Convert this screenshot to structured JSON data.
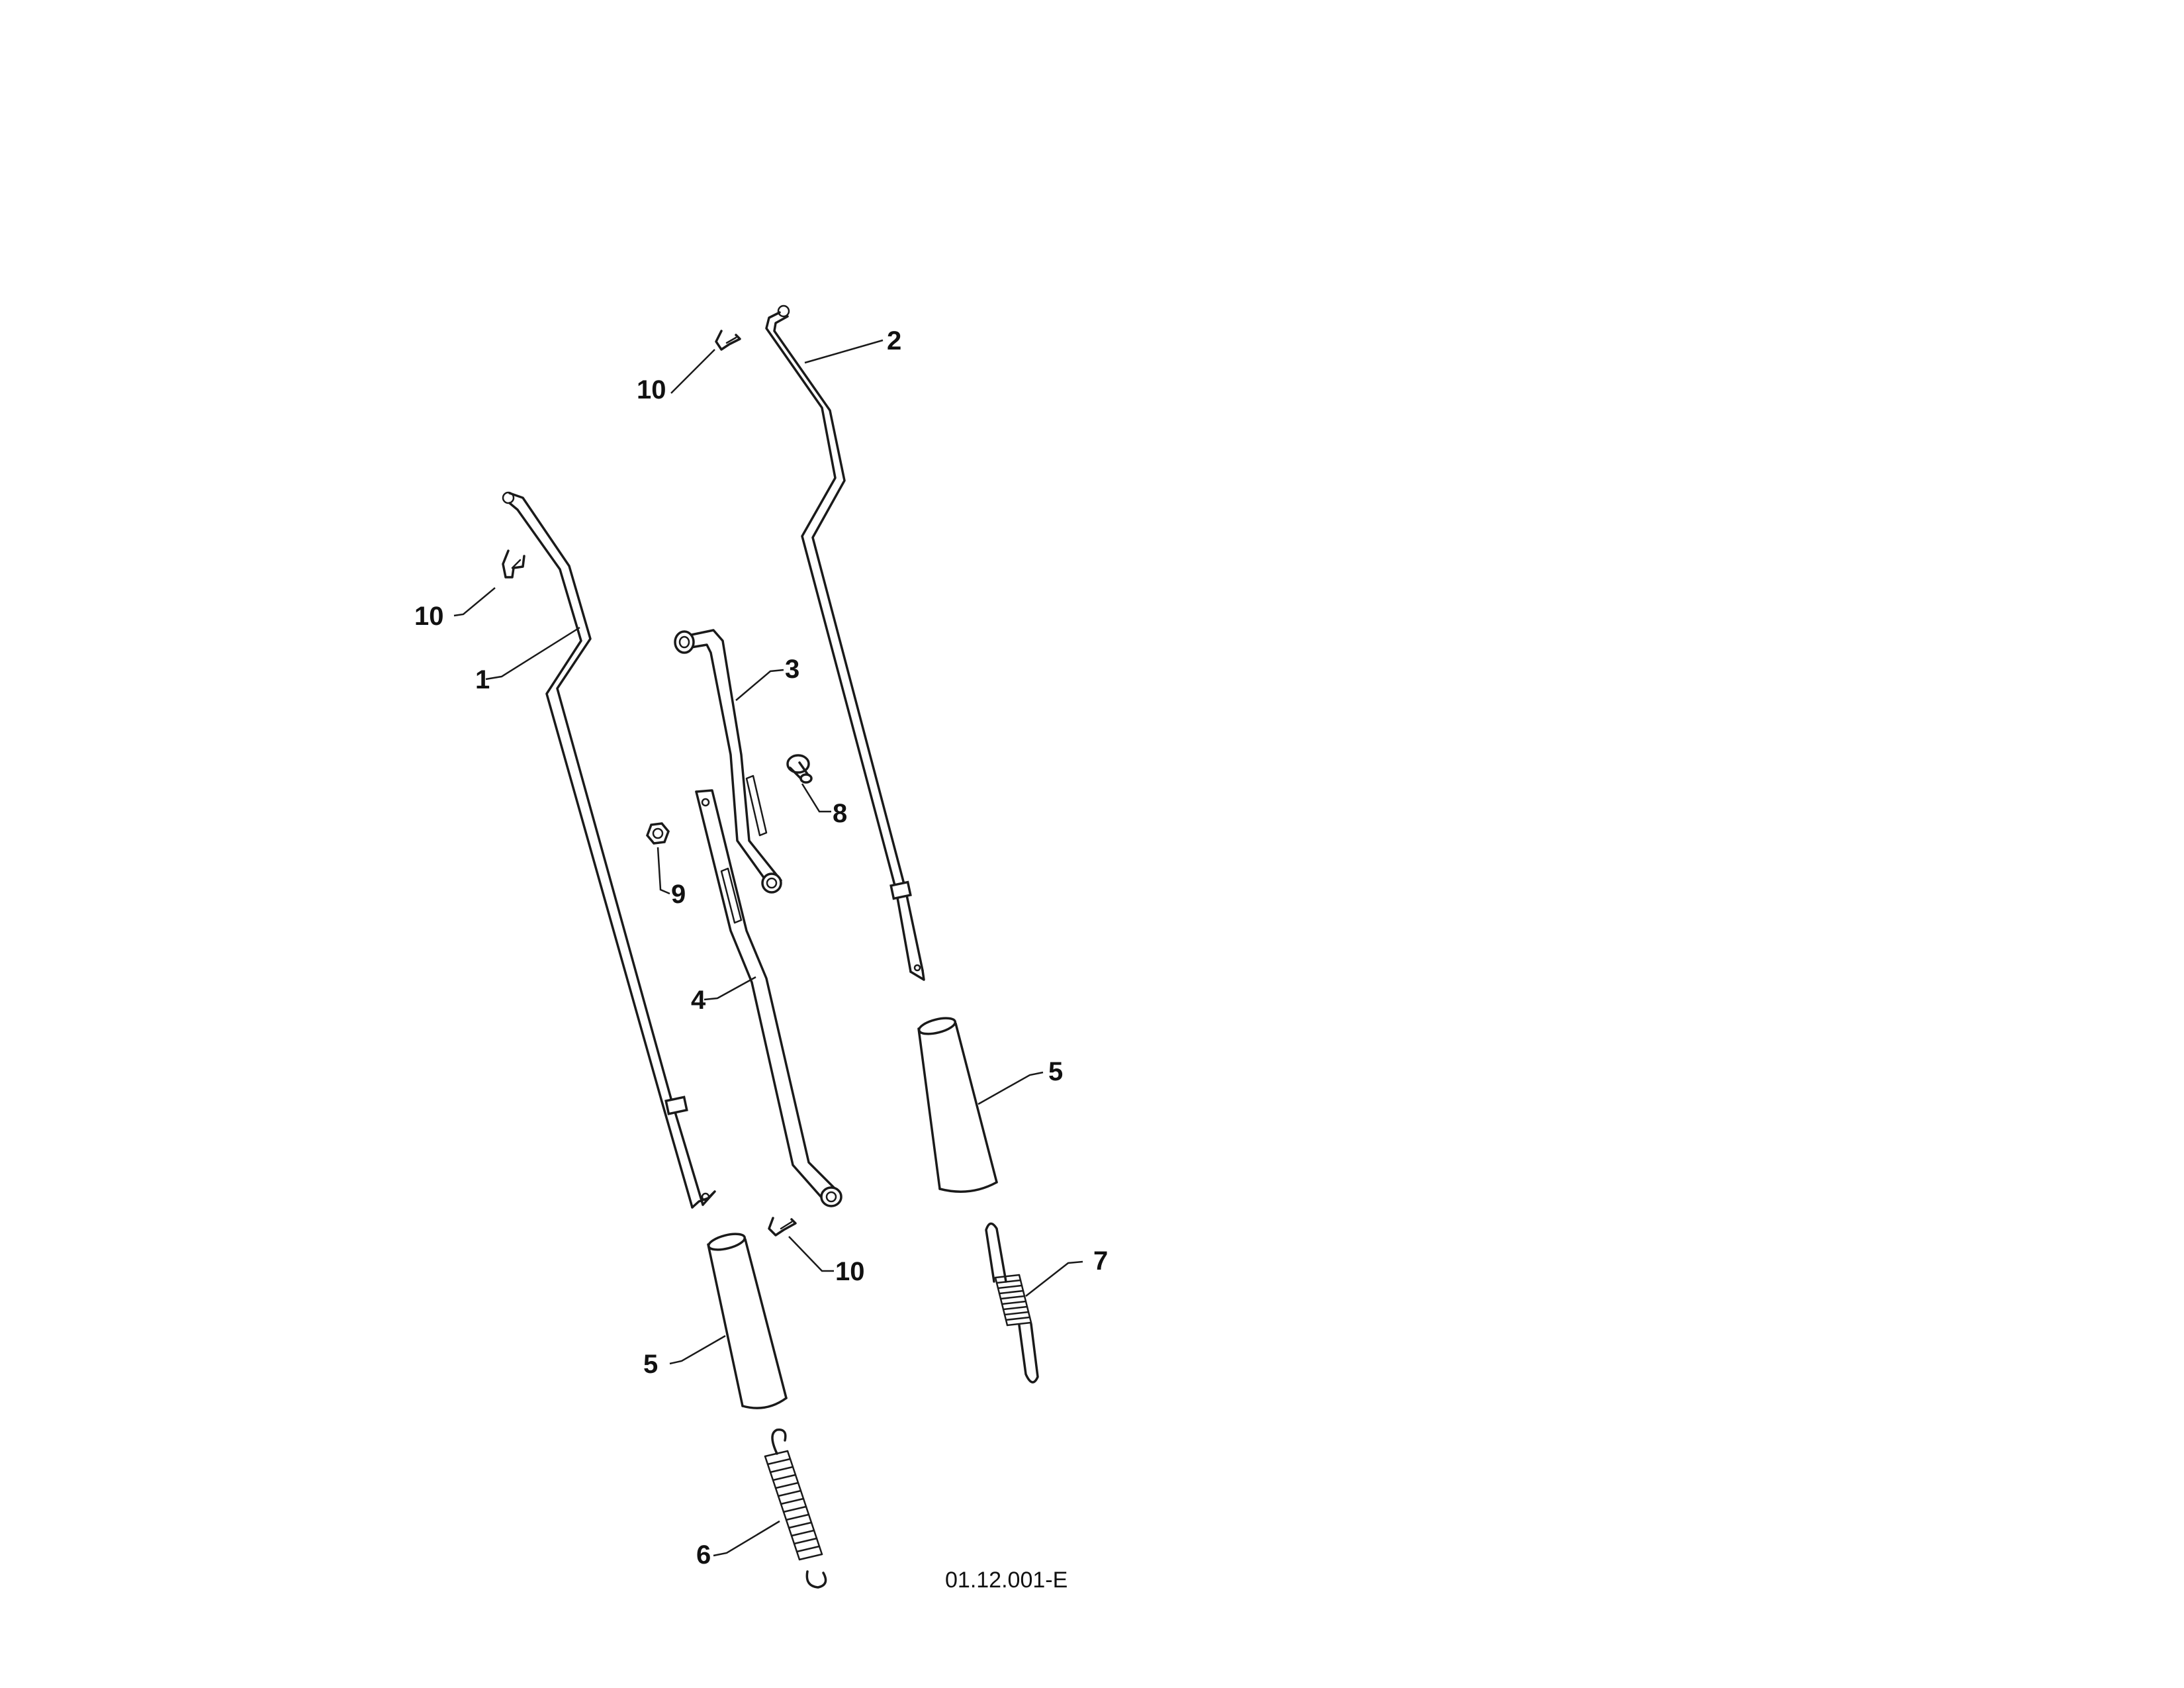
{
  "callouts": {
    "rod_1": "1",
    "rod_2": "2",
    "link_3": "3",
    "link_4": "4",
    "sleeve_5a": "5",
    "sleeve_5b": "5",
    "spring_6": "6",
    "spring_7": "7",
    "bolt_8": "8",
    "nut_9": "9",
    "clip_10a": "10",
    "clip_10b": "10",
    "clip_10c": "10"
  },
  "drawing_code": "01.12.001-E"
}
